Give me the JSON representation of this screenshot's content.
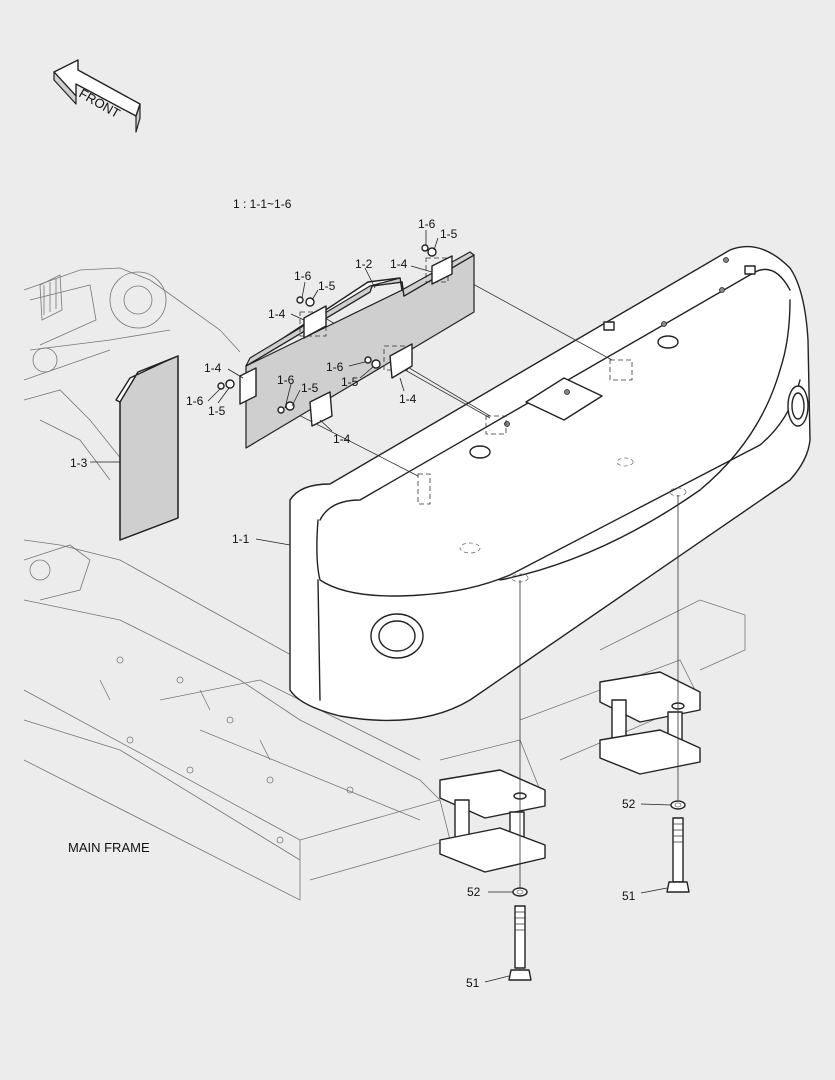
{
  "front_label": "FRONT",
  "group_note": "1 : 1-1~1-6",
  "main_frame_label": "MAIN FRAME",
  "callouts": {
    "p1_1": "1-1",
    "p1_2": "1-2",
    "p1_3": "1-3",
    "p1_4": [
      "1-4",
      "1-4",
      "1-4",
      "1-4",
      "1-4"
    ],
    "p1_5": [
      "1-5",
      "1-5",
      "1-5",
      "1-5",
      "1-5"
    ],
    "p1_6": [
      "1-6",
      "1-6",
      "1-6",
      "1-6",
      "1-6"
    ],
    "p51": [
      "51",
      "51"
    ],
    "p52": [
      "52",
      "52"
    ]
  }
}
